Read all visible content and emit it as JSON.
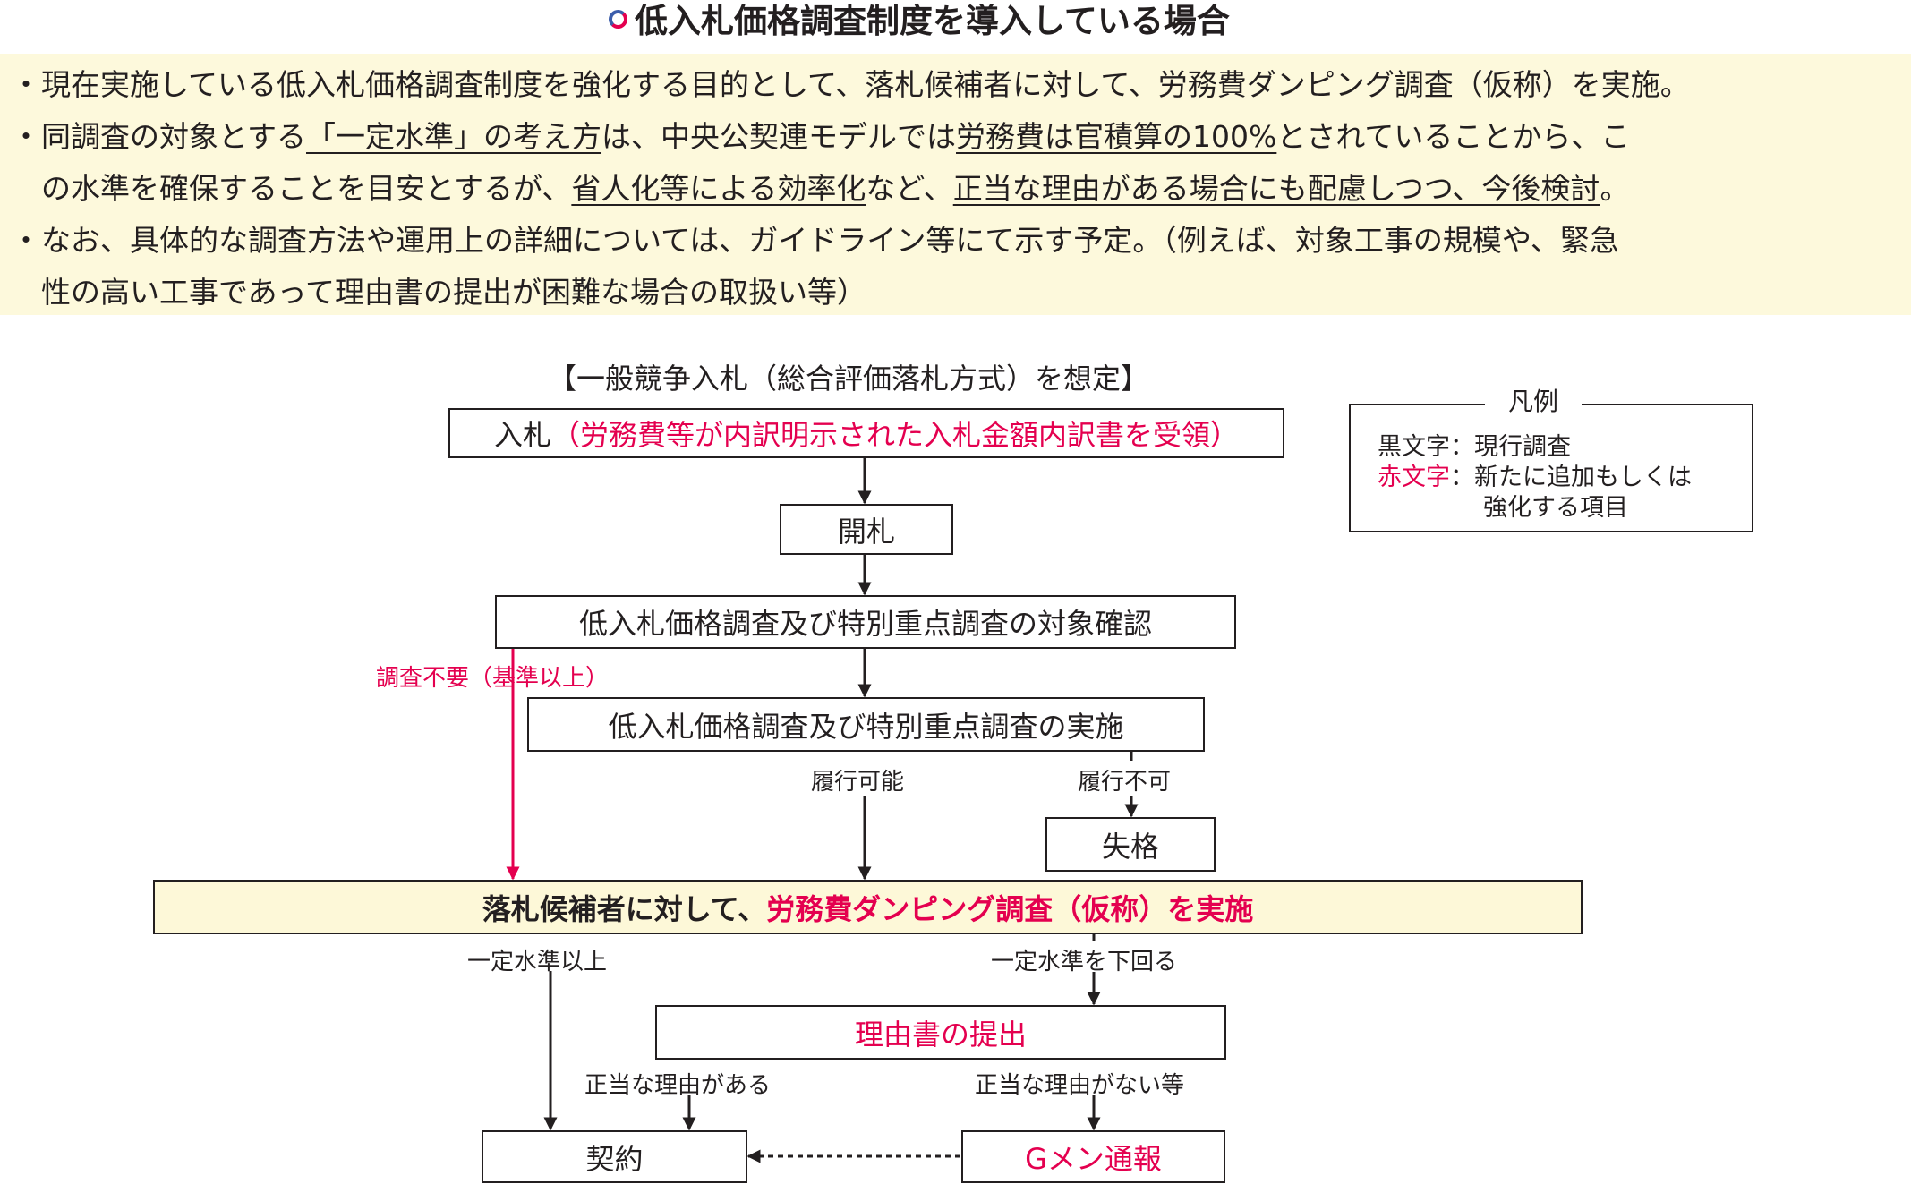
{
  "title": "低入札価格調査制度を導入している場合",
  "notes": {
    "bullet_mark": "・",
    "b1": "現在実施している低入札価格調査制度を強化する目的として、落札候補者に対して、労務費ダンピング調査（仮称）を実施。",
    "b2_a": "同調査の対象とする",
    "b2_u1": "「一定水準」の考え方",
    "b2_b": "は、中央公契連モデルでは",
    "b2_u2": "労務費は官積算の100%",
    "b2_c": "とされていることから、こ",
    "b2_d": "の水準を確保することを目安とするが、",
    "b2_u3": "省人化等による効率化",
    "b2_e": "など、",
    "b2_u4": "正当な理由がある場合にも配慮しつつ、今後検討",
    "b2_f": "。",
    "b3_a": "なお、具体的な調査方法や運用上の詳細については、ガイドライン等にて示す予定。（例えば、対象工事の規模や、緊急",
    "b3_b": "性の高い工事であって理由書の提出が困難な場合の取扱い等）"
  },
  "flow": {
    "heading": "【一般競争入札（総合評価落札方式）を想定】",
    "bid_main": "入札",
    "bid_red": "（労務費等が内訳明示された入札金額内訳書を受領）",
    "opening": "開札",
    "target_check": "低入札価格調査及び特別重点調査の対象確認",
    "no_survey": "調査不要（基準以上）",
    "survey_exec": "低入札価格調査及び特別重点調査の実施",
    "feasible": "履行可能",
    "infeasible": "履行不可",
    "disqualified": "失格",
    "dumping_black": "落札候補者に対して、",
    "dumping_red": "労務費ダンピング調査（仮称）",
    "dumping_black2": "を実施",
    "above_level": "一定水準以上",
    "below_level": "一定水準を下回る",
    "reason_doc": "理由書の提出",
    "justified": "正当な理由がある",
    "unjustified": "正当な理由がない等",
    "contract": "契約",
    "gmen": "Gメン通報"
  },
  "legend": {
    "title": "凡例",
    "black_key": "黒文字",
    "black_desc": "：現行調査",
    "red_key": "赤文字",
    "red_desc1": "：新たに追加もしくは",
    "red_desc2": "強化する項目"
  },
  "colors": {
    "accent_red": "#e4004f",
    "panel": "#fdf9dc",
    "highlight_box": "#fdf8d8",
    "text": "#231f20"
  }
}
